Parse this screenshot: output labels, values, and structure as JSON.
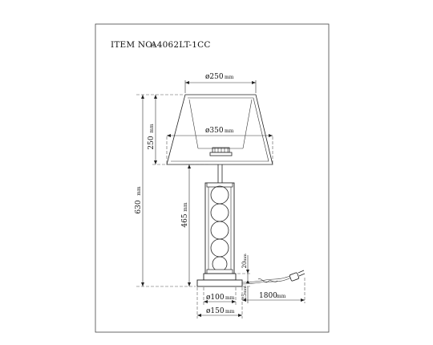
{
  "item_label": "ITEM NO:",
  "item_code": "A4062LT-1CC",
  "dimensions": {
    "shade_top_diameter": "ø250",
    "shade_bottom_diameter": "ø350",
    "shade_height": "250",
    "total_height": "630",
    "body_height": "465",
    "base_height": "20",
    "base_bottom_height": "25",
    "base_inner_diameter": "ø100",
    "base_outer_diameter": "ø150",
    "cable_length": "1800"
  },
  "unit": "mm"
}
